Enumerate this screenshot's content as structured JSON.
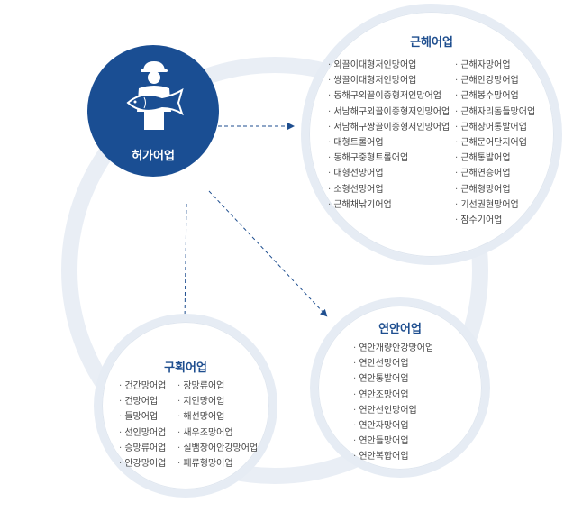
{
  "central": {
    "label": "허가어업",
    "icon": "fisherman-holding-fish-icon"
  },
  "coastal_fishery": {
    "title": "근해어업",
    "left_column": [
      "외끌이대형저인망어업",
      "쌍끌이대형저인망어업",
      "동해구외끌이중형저인망어업",
      "서남해구외끌이중형저인망어업",
      "서남해구쌍끌이중형저인망어업",
      "대형트롤어업",
      "동해구중형트롤어업",
      "대형선망어업",
      "소형선망어업",
      "근해채낚기어업"
    ],
    "right_column": [
      "근해자망어업",
      "근해안강망어업",
      "근해봉수망어업",
      "근해자리돔들망어업",
      "근해장어통발어업",
      "근해문어단지어업",
      "근해통발어업",
      "근해연승어업",
      "근해형망어업",
      "기선권현망어업",
      "잠수기어업"
    ]
  },
  "inshore_fishery": {
    "title": "연안어업",
    "items": [
      "연안개량안강망어업",
      "연안선망어업",
      "연안통발어업",
      "연안조망어업",
      "연안선인망어업",
      "연안자망어업",
      "연안들망어업",
      "연안복합어업"
    ]
  },
  "zoned_fishery": {
    "title": "구획어업",
    "left_column": [
      "건간망어업",
      "건망어업",
      "들망어업",
      "선인망어업",
      "승망류어업",
      "안강망어업"
    ],
    "right_column": [
      "장망류어업",
      "지인망어업",
      "해선망어업",
      "새우조망어업",
      "실뱀장어안강망어업",
      "패류형망어업"
    ]
  },
  "colors": {
    "central": "#1a4e93",
    "title": "#1e4e8f",
    "ring": "#e6ecf4",
    "arrow": "#1e4e8f"
  }
}
